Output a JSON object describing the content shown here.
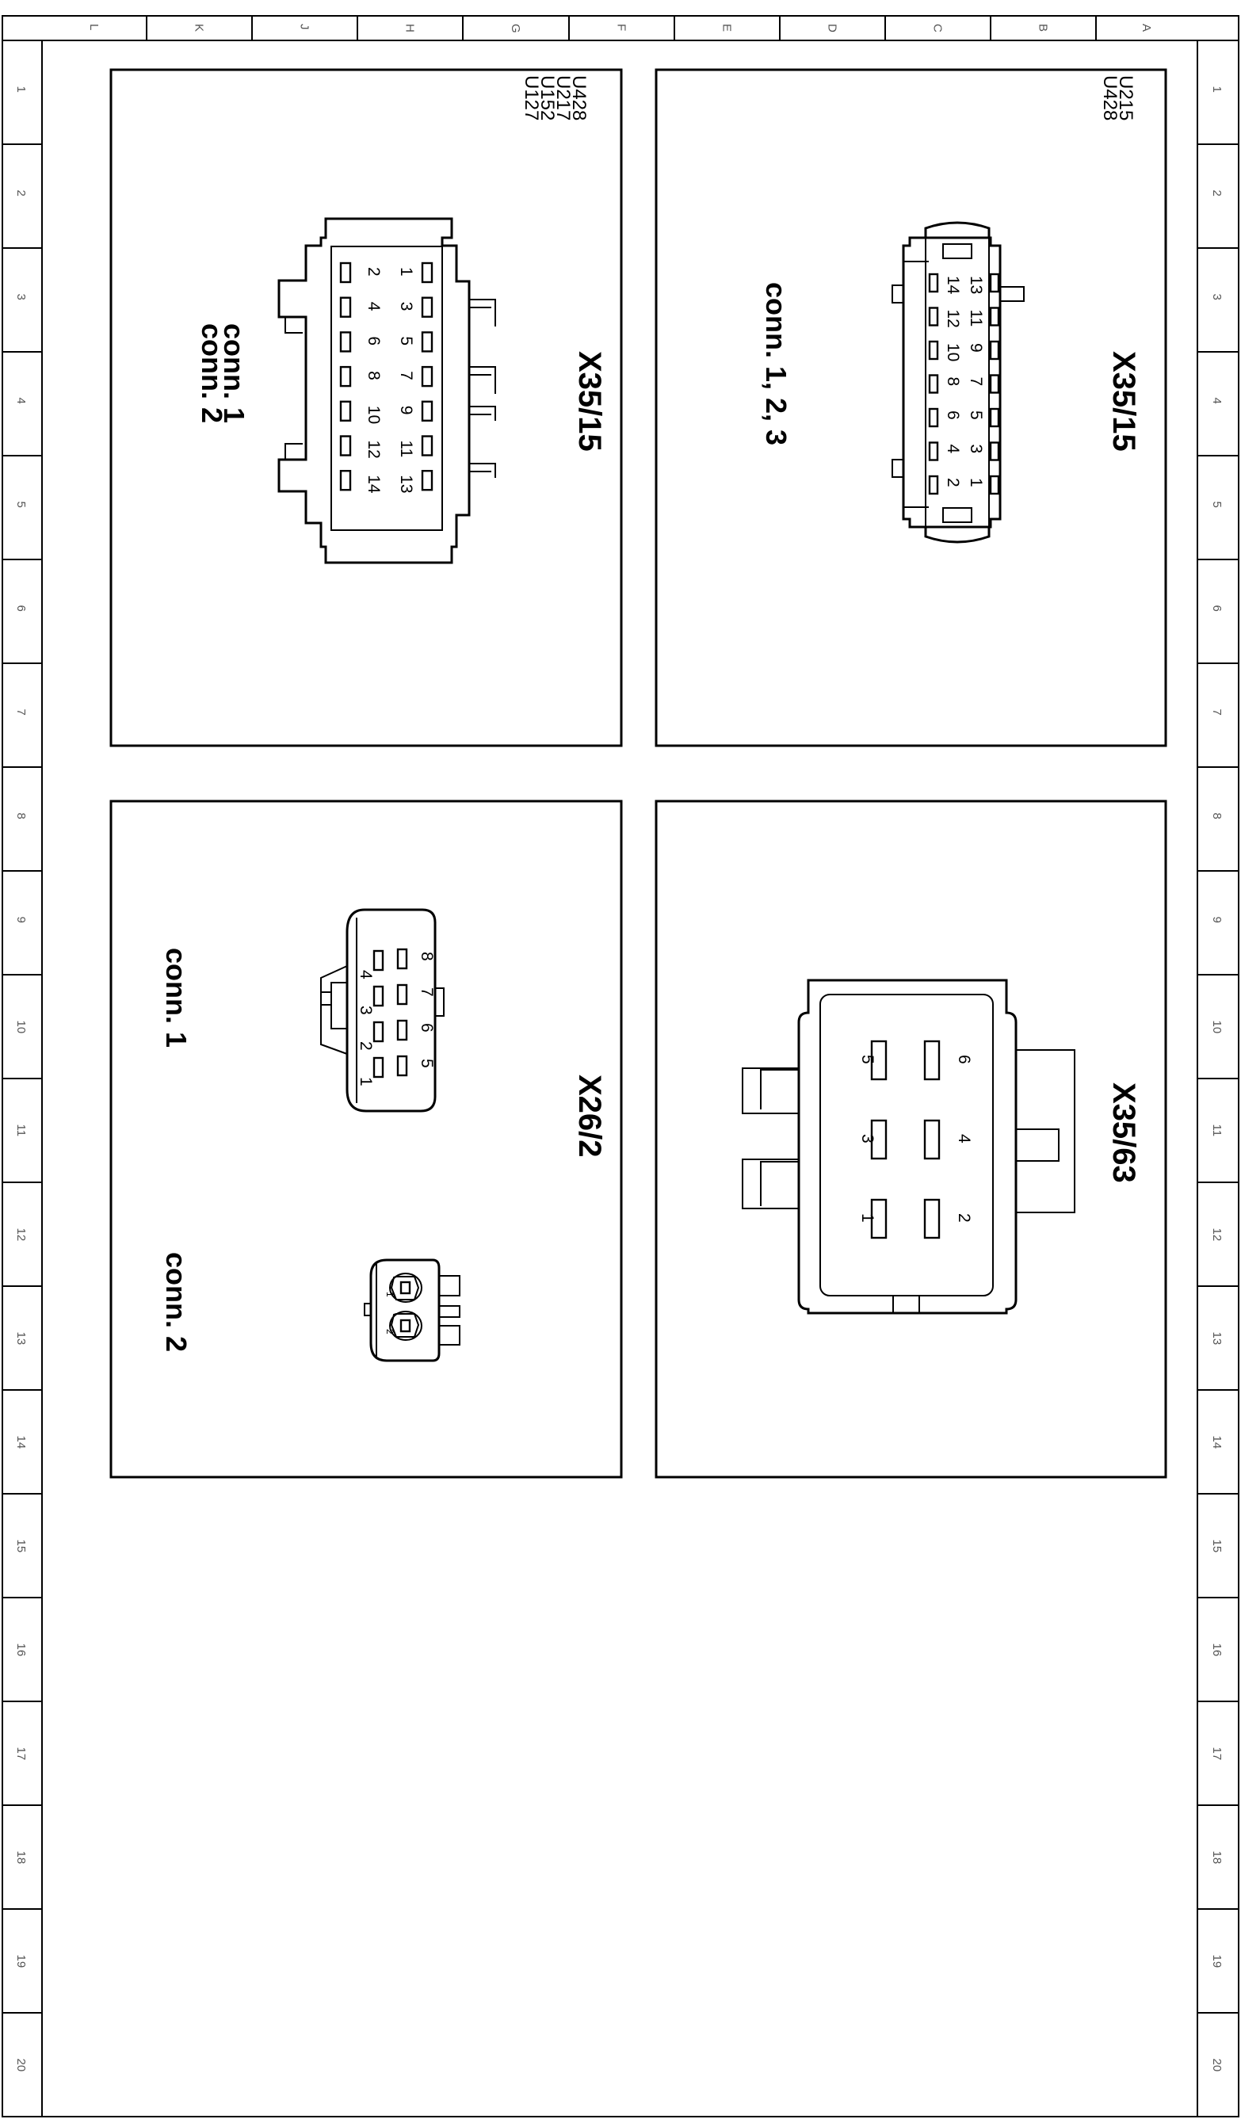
{
  "sheet": {
    "column_letters": [
      "L",
      "K",
      "J",
      "H",
      "G",
      "F",
      "E",
      "D",
      "C",
      "B",
      "A"
    ],
    "row_numbers": [
      "1",
      "2",
      "3",
      "4",
      "5",
      "6",
      "7",
      "8",
      "9",
      "10",
      "11",
      "12",
      "13",
      "14",
      "15",
      "16",
      "17",
      "18",
      "19",
      "20"
    ]
  },
  "panels": {
    "top_right": {
      "title": "X35/15",
      "codes": [
        "U215",
        "U428"
      ],
      "conn_label": "conn. 1, 2, 3",
      "pins_odd": [
        "13",
        "11",
        "9",
        "7",
        "5",
        "3",
        "1"
      ],
      "pins_even": [
        "14",
        "12",
        "10",
        "8",
        "6",
        "4",
        "2"
      ]
    },
    "top_left": {
      "title": "X35/15",
      "codes": [
        "U428",
        "U217",
        "U152",
        "U127"
      ],
      "conn_labels": [
        "conn. 1",
        "conn. 2"
      ],
      "pins_odd": [
        "1",
        "3",
        "5",
        "7",
        "9",
        "11",
        "13"
      ],
      "pins_even": [
        "2",
        "4",
        "6",
        "8",
        "10",
        "12",
        "14"
      ]
    },
    "bottom_right": {
      "title": "X35/63",
      "pins_top": [
        "6",
        "4",
        "2"
      ],
      "pins_bottom": [
        "5",
        "3",
        "1"
      ]
    },
    "bottom_left": {
      "title": "X26/2",
      "conn1_label": "conn. 1",
      "conn2_label": "conn. 2",
      "conn1_pins_top": [
        "8",
        "7",
        "6",
        "5"
      ],
      "conn1_pins_bottom": [
        "4",
        "3",
        "2",
        "1"
      ],
      "conn2_pins": [
        "1",
        "2"
      ]
    }
  },
  "colors": {
    "line": "#000000",
    "ruler_text": "#555555",
    "background": "#ffffff"
  }
}
